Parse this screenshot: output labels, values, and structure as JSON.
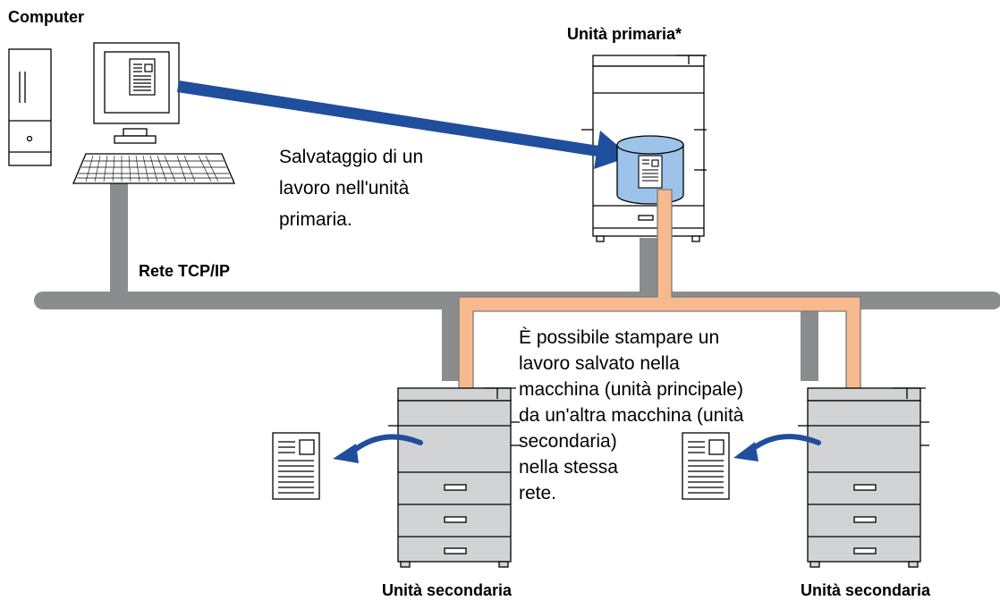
{
  "labels": {
    "computer": "Computer",
    "primary_unit": "Unità primaria*",
    "network": "Rete TCP/IP",
    "secondary_unit_left": "Unità secondaria",
    "secondary_unit_right": "Unità secondaria"
  },
  "save_text": [
    "Salvataggio di un",
    "lavoro nell'unità",
    "primaria."
  ],
  "print_text": [
    "È possibile stampare un",
    "lavoro salvato nella",
    "macchina (unità principale)",
    "da un'altra macchina (unità",
    "secondaria)",
    "nella stessa",
    "rete."
  ],
  "colors": {
    "network_line": "#8a8c8e",
    "save_arrow": "#1f4e9c",
    "distribution_arrow": "#f7b98e",
    "distribution_outline": "#7a7a7a",
    "storage_cylinder": "#9dc3ea",
    "return_arrow": "#1f4e9c",
    "machine_body": "#d2d3d5"
  },
  "icons": [
    "desktop-computer-icon",
    "multifunction-printer-icon",
    "document-icon",
    "storage-cylinder-icon"
  ]
}
